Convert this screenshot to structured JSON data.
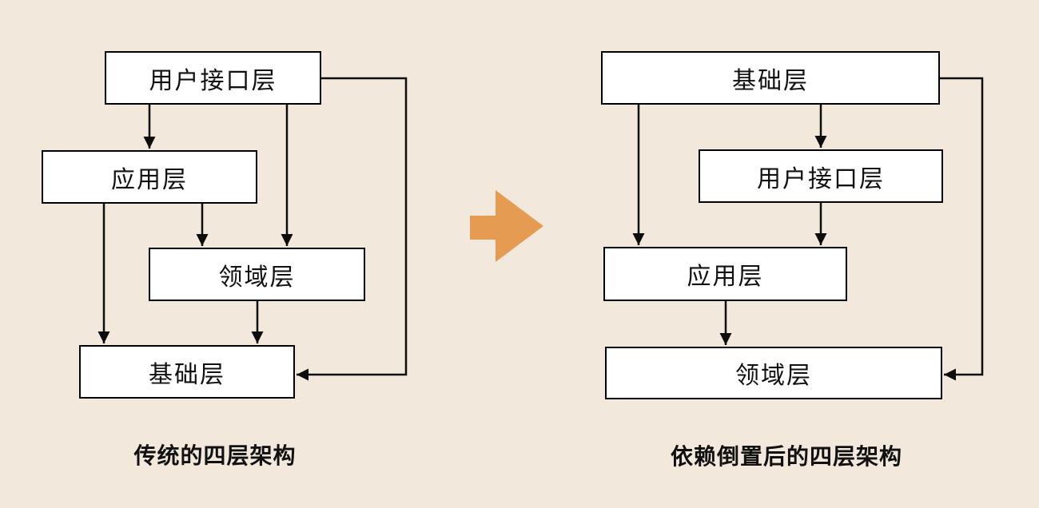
{
  "colors": {
    "background": "#f2e8dc",
    "node_fill": "#ffffff",
    "node_border": "#000000",
    "connector": "#0d0d0d",
    "accent_arrow": "#e59b52",
    "text": "#111111"
  },
  "icons": {
    "transform_arrow": "right-arrow"
  },
  "left_diagram": {
    "caption": "传统的四层架构",
    "nodes": {
      "ui": "用户接口层",
      "application": "应用层",
      "domain": "领域层",
      "infrastructure": "基础层"
    },
    "edges": [
      {
        "from": "用户接口层",
        "to": "应用层"
      },
      {
        "from": "用户接口层",
        "to": "领域层"
      },
      {
        "from": "应用层",
        "to": "领域层"
      },
      {
        "from": "应用层",
        "to": "基础层"
      },
      {
        "from": "领域层",
        "to": "基础层"
      },
      {
        "from": "用户接口层",
        "to": "基础层"
      }
    ]
  },
  "right_diagram": {
    "caption": "依赖倒置后的四层架构",
    "nodes": {
      "infrastructure": "基础层",
      "ui": "用户接口层",
      "application": "应用层",
      "domain": "领域层"
    },
    "edges": [
      {
        "from": "基础层",
        "to": "用户接口层"
      },
      {
        "from": "基础层",
        "to": "应用层"
      },
      {
        "from": "用户接口层",
        "to": "应用层"
      },
      {
        "from": "应用层",
        "to": "领域层"
      },
      {
        "from": "基础层",
        "to": "领域层"
      }
    ]
  }
}
